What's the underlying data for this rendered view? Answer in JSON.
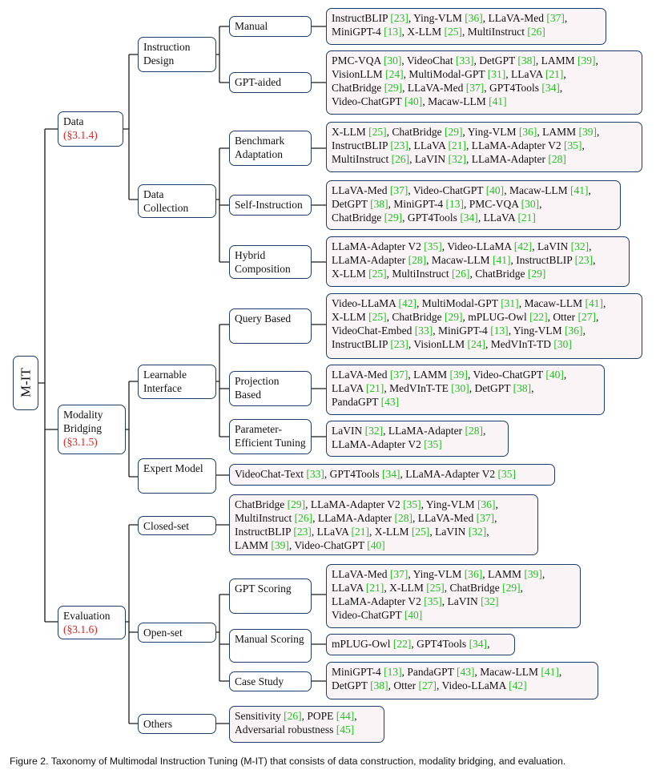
{
  "nodes": {
    "root": "M-IT",
    "data": {
      "label": "Data",
      "section": "(§3.1.4)"
    },
    "data_instruction_design": "Instruction Design",
    "data_manual": "Manual",
    "data_manual_leaf": [
      [
        "InstructBLIP ",
        "[23]",
        ", Ying-VLM ",
        "[36]",
        ", LLaVA-Med ",
        "[37]",
        ","
      ],
      [
        "MiniGPT-4 ",
        "[13]",
        ", X-LLM ",
        "[25]",
        ", MultiInstruct ",
        "[26]"
      ]
    ],
    "data_gpt_aided": "GPT-aided",
    "data_gpt_aided_leaf": [
      [
        "PMC-VQA ",
        "[30]",
        ", VideoChat ",
        "[33]",
        ", DetGPT ",
        "[38]",
        ", LAMM ",
        "[39]",
        ","
      ],
      [
        "VisionLLM ",
        "[24]",
        ", MultiModal-GPT ",
        "[31]",
        ", LLaVA ",
        "[21]",
        ","
      ],
      [
        "ChatBridge ",
        "[29]",
        ", LLaVA-Med ",
        "[37]",
        ", GPT4Tools ",
        "[34]",
        ","
      ],
      [
        "Video-ChatGPT ",
        "[40]",
        ", Macaw-LLM ",
        "[41]"
      ]
    ],
    "data_collection": "Data Collection",
    "data_benchmark": "Benchmark Adaptation",
    "data_benchmark_leaf": [
      [
        "X-LLM ",
        "[25]",
        ", ChatBridge ",
        "[29]",
        ", Ying-VLM ",
        "[36]",
        ", LAMM ",
        "[39]",
        ","
      ],
      [
        "InstructBLIP ",
        "[23]",
        ", LLaVA ",
        "[21]",
        ", LLaMA-Adapter V2 ",
        "[35]",
        ","
      ],
      [
        "MultiInstruct ",
        "[26]",
        ", LaVIN ",
        "[32]",
        ", LLaMA-Adapter ",
        "[28]"
      ]
    ],
    "data_self_instruction": "Self-Instruction",
    "data_self_instruction_leaf": [
      [
        "LLaVA-Med ",
        "[37]",
        ", Video-ChatGPT ",
        "[40]",
        ", Macaw-LLM ",
        "[41]",
        ","
      ],
      [
        "DetGPT ",
        "[38]",
        ",  MiniGPT-4 ",
        "[13]",
        ", PMC-VQA ",
        "[30]",
        ","
      ],
      [
        "ChatBridge ",
        "[29]",
        ", GPT4Tools ",
        "[34]",
        ", LLaVA ",
        "[21]"
      ]
    ],
    "data_hybrid": "Hybrid Composition",
    "data_hybrid_leaf": [
      [
        "LLaMA-Adapter V2 ",
        "[35]",
        ", Video-LLaMA ",
        "[42]",
        ", LaVIN ",
        "[32]",
        ","
      ],
      [
        "LLaMA-Adapter ",
        "[28]",
        ", Macaw-LLM ",
        "[41]",
        ", InstructBLIP ",
        "[23]",
        ","
      ],
      [
        "X-LLM ",
        "[25]",
        ", MultiInstruct ",
        "[26]",
        ", ChatBridge ",
        "[29]"
      ]
    ],
    "bridging": {
      "label": "Modality Bridging",
      "section": "(§3.1.5)"
    },
    "bridging_learnable": "Learnable Interface",
    "bridging_query": "Query Based",
    "bridging_query_leaf": [
      [
        "Video-LLaMA ",
        "[42]",
        ", MultiModal-GPT ",
        "[31]",
        ", Macaw-LLM ",
        "[41]",
        ","
      ],
      [
        "X-LLM ",
        "[25]",
        ", ChatBridge ",
        "[29]",
        ", mPLUG-Owl ",
        "[22]",
        ", Otter ",
        "[27]",
        ","
      ],
      [
        "VideoChat-Embed ",
        "[33]",
        ", MiniGPT-4 ",
        "[13]",
        ", Ying-VLM ",
        "[36]",
        ","
      ],
      [
        "InstructBLIP ",
        "[23]",
        ", VisionLLM ",
        "[24]",
        ", MedVInT-TD ",
        "[30]"
      ]
    ],
    "bridging_projection": "Projection Based",
    "bridging_projection_leaf": [
      [
        "LLaVA-Med ",
        "[37]",
        ", LAMM ",
        "[39]",
        ", Video-ChatGPT ",
        "[40]",
        ","
      ],
      [
        "LLaVA ",
        "[21]",
        ", MedVInT-TE ",
        "[30]",
        ", DetGPT ",
        "[38]",
        ","
      ],
      [
        "PandaGPT ",
        "[43]"
      ]
    ],
    "bridging_peft": "Parameter-Efficient Tuning",
    "bridging_peft_leaf": [
      [
        "LaVIN ",
        "[32]",
        ", LLaMA-Adapter ",
        "[28]",
        ","
      ],
      [
        "LLaMA-Adapter V2 ",
        "[35]"
      ]
    ],
    "bridging_expert": "Expert Model",
    "bridging_expert_leaf": [
      [
        "VideoChat-Text ",
        "[33]",
        ", GPT4Tools ",
        "[34]",
        ", LLaMA-Adapter V2 ",
        "[35]"
      ]
    ],
    "evaluation": {
      "label": "Evaluation",
      "section": "(§3.1.6)"
    },
    "eval_closed": "Closed-set",
    "eval_closed_leaf": [
      [
        "ChatBridge ",
        "[29]",
        ", LLaMA-Adapter V2 ",
        "[35]",
        ", Ying-VLM ",
        "[36]",
        ","
      ],
      [
        "MultiInstruct ",
        "[26]",
        ", LLaMA-Adapter ",
        "[28]",
        ", LLaVA-Med ",
        "[37]",
        ","
      ],
      [
        "InstructBLIP ",
        "[23]",
        ", LLaVA ",
        "[21]",
        ", X-LLM ",
        "[25]",
        ", LaVIN ",
        "[32]",
        ","
      ],
      [
        "LAMM ",
        "[39]",
        ", Video-ChatGPT ",
        "[40]"
      ]
    ],
    "eval_open": "Open-set",
    "eval_gpt_scoring": "GPT Scoring",
    "eval_gpt_scoring_leaf": [
      [
        "LLaVA-Med ",
        "[37]",
        ", Ying-VLM ",
        "[36]",
        ", LAMM ",
        "[39]",
        ","
      ],
      [
        "LLaVA ",
        "[21]",
        ", X-LLM ",
        "[25]",
        ", ChatBridge ",
        "[29]",
        ","
      ],
      [
        "LLaMA-Adapter V2 ",
        "[35]",
        ", LaVIN ",
        "[32]"
      ],
      [
        "Video-ChatGPT ",
        "[40]"
      ]
    ],
    "eval_manual_scoring": "Manual Scoring",
    "eval_manual_scoring_leaf": [
      [
        "mPLUG-Owl ",
        "[22]",
        ", GPT4Tools ",
        "[34]",
        ","
      ]
    ],
    "eval_case_study": "Case Study",
    "eval_case_study_leaf": [
      [
        "MiniGPT-4 ",
        "[13]",
        ", PandaGPT ",
        "[43]",
        ", Macaw-LLM ",
        "[41]",
        ","
      ],
      [
        "DetGPT ",
        "[38]",
        ", Otter ",
        "[27]",
        ", Video-LLaMA ",
        "[42]"
      ]
    ],
    "eval_others": "Others",
    "eval_others_leaf": [
      [
        "Sensitivity ",
        "[26]",
        ", POPE ",
        "[44]",
        ","
      ],
      [
        "Adversarial robustness ",
        "[45]"
      ]
    ]
  },
  "caption": "Figure 2. Taxonomy of Multimodal Instruction Tuning (M-IT) that consists of data construction, modality bridging, and evaluation.",
  "colors": {
    "border": "#1d3d6b",
    "line": "#1a1a1a",
    "citation": "#22c322",
    "section": "#e0201e",
    "leaf_bg": "#fbf4f6"
  }
}
